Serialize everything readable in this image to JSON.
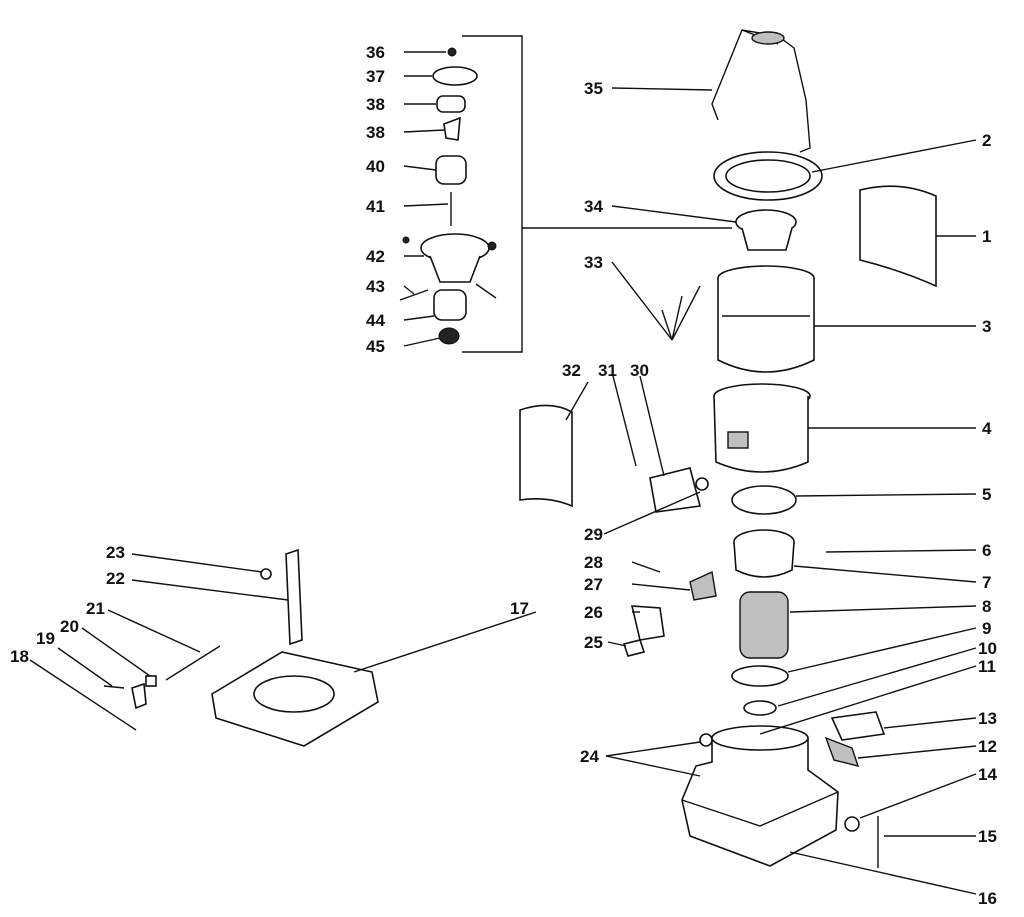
{
  "labels": {
    "p1": "1",
    "p2": "2",
    "p3": "3",
    "p4": "4",
    "p5": "5",
    "p6": "6",
    "p7": "7",
    "p8": "8",
    "p9": "9",
    "p10": "10",
    "p11": "11",
    "p12": "12",
    "p13": "13",
    "p14": "14",
    "p15": "15",
    "p16": "16",
    "p17": "17",
    "p18": "18",
    "p19": "19",
    "p20": "20",
    "p21": "21",
    "p22": "22",
    "p23": "23",
    "p24": "24",
    "p25": "25",
    "p26": "26",
    "p27": "27",
    "p28": "28",
    "p29": "29",
    "p30": "30",
    "p31": "31",
    "p32": "32",
    "p33": "33",
    "p34": "34",
    "p35": "35",
    "p36a": "36",
    "p37": "37",
    "p36b": "38",
    "p38": "38",
    "p40": "40",
    "p41": "41",
    "p42": "42",
    "p43": "43",
    "p44": "44",
    "p45": "45"
  }
}
